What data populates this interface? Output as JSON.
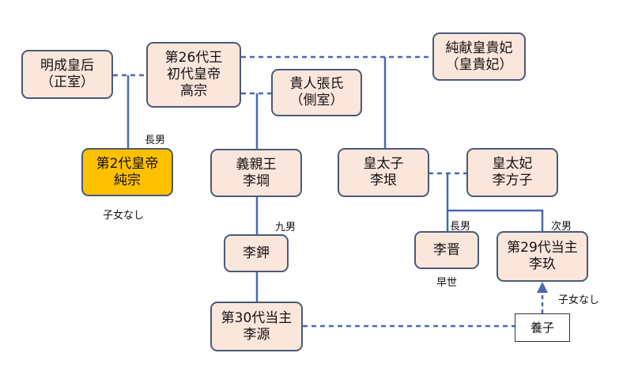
{
  "nodes": {
    "myeongseong": {
      "line1": "明成皇后",
      "line2": "（正室）"
    },
    "gojong": {
      "line1": "第26代王",
      "line2": "初代皇帝",
      "line3": "高宗"
    },
    "sunheon": {
      "line1": "純献皇貴妃",
      "line2": "（皇貴妃）"
    },
    "gwiin_jang": {
      "line1": "貴人張氏",
      "line2": "（側室）"
    },
    "sunjong": {
      "line1": "第2代皇帝",
      "line2": "純宗"
    },
    "uichin": {
      "line1": "義親王",
      "line2": "李堈"
    },
    "crown_prince": {
      "line1": "皇太子",
      "line2": "李垠"
    },
    "crown_princess": {
      "line1": "皇太妃",
      "line2": "李方子"
    },
    "ri_gap": {
      "line1": "李鉀"
    },
    "ri_jin": {
      "line1": "李晋"
    },
    "ri_gu": {
      "line1": "第29代当主",
      "line2": "李玖"
    },
    "ri_won": {
      "line1": "第30代当主",
      "line2": "李源"
    },
    "adoption": {
      "line1": "養子"
    }
  },
  "labels": {
    "eldest_son_1": "長男",
    "no_children_1": "子女なし",
    "ninth_son": "九男",
    "eldest_son_2": "長男",
    "second_son": "次男",
    "died_young": "早世",
    "no_children_2": "子女なし"
  },
  "colors": {
    "node_fill": "#fbe6dc",
    "node_border": "#4a5a78",
    "highlight_fill": "#ffc000",
    "line": "#4a6ab0"
  }
}
